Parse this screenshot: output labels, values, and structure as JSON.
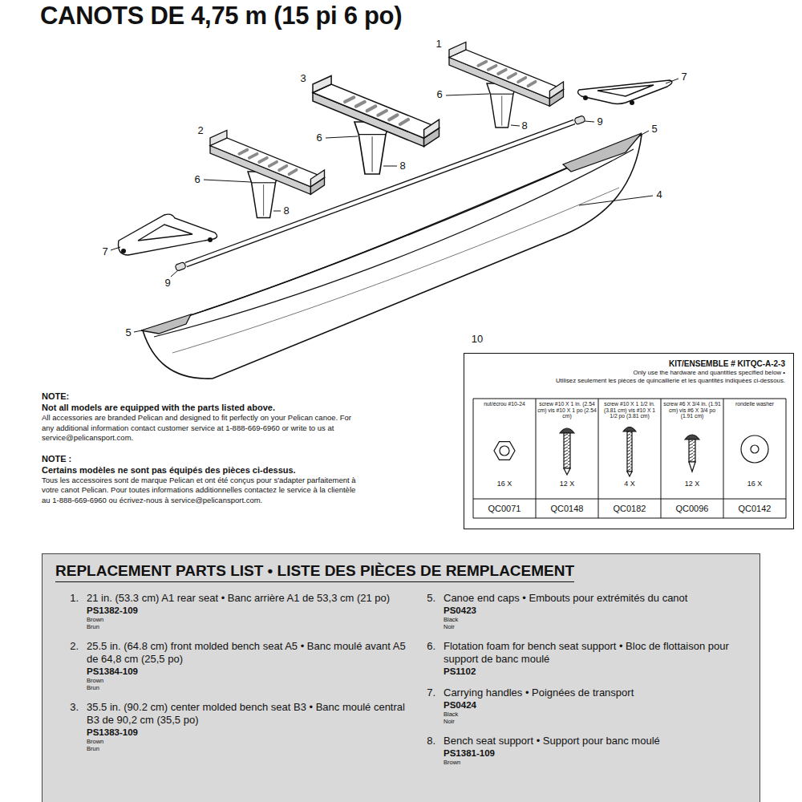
{
  "diagram": {
    "title": "CANOTS DE 4,75 m (15 pi 6 po)",
    "nodes": [
      {
        "text": [
          "KIT/ENSEMBLE # KITQC-A-2-3",
          "Only use the hardware and quantities specified below •",
          "Utilisez seulement les pièces de quincaillerie et les quantités indiquées ci-dessous."
        ]
      },
      {
        "text": [
          "REPLACEMENT PARTS LIST • LISTE DES PIÈCES DE REMPLACEMENT"
        ]
      }
    ],
    "labels": [
      "1",
      "3",
      "7",
      "6",
      "6",
      "8",
      "9",
      "5",
      "2",
      "6",
      "8",
      "4",
      "8",
      "7",
      "9",
      "5",
      "10",
      "NOTE:",
      "Not all models are equipped with the parts listed above.",
      "All accessories are branded Pelican and designed to fit perfectly on your Pelican canoe. For any additional information contact customer service at 1-888-669-6960 or write to us at service@pelicansport.com.",
      "NOTE :",
      "Certains modèles ne sont pas équipés des pièces ci-dessus.",
      "Tous les accessoires sont de marque Pelican et ont été conçus pour s'adapter parfaitement à votre canot Pelican. Pour toutes informations additionnelles contactez le service à la clientèle au 1-888-669-6960 ou écrivez-nous à service@pelicansport.com.",
      "nut/écrou #10-24",
      "screw #10 X 1 in. (2.54 cm) vis #10 X 1 po (2.54 cm)",
      "screw #10 X 1 1/2 in. (3.81 cm) vis #10 X 1 1/2 po (3.81 cm)",
      "screw #6 X 3/4 in. (1.91 cm) vis #6 X 3/4 po (1.91 cm)",
      "rondelle washer",
      "16 X",
      "12 X",
      "4 X",
      "12 X",
      "16 X",
      "QC0071",
      "QC0148",
      "QC0182",
      "QC0096",
      "QC0142",
      "1.",
      "21 in. (53.3 cm) A1 rear seat • Banc arrière A1 de 53,3 cm (21 po)",
      "PS1382-109",
      "Brown",
      "Brun",
      "2.",
      "25.5 in. (64.8 cm) front molded bench seat A5 • Banc moulé avant A5 de 64,8 cm (25,5 po)",
      "PS1384-109",
      "Brown",
      "Brun",
      "3.",
      "35.5 in. (90.2 cm) center molded bench seat B3 • Banc moulé central B3 de 90,2 cm (35,5 po)",
      "PS1383-109",
      "Brown",
      "Brun",
      "5.",
      "Canoe end caps • Embouts pour extrémités du canot",
      "PS0423",
      "Black",
      "Noir",
      "6.",
      "Flotation foam for bench seat support • Bloc de flottaison pour support de banc moulé",
      "PS1102",
      "7.",
      "Carrying handles • Poignées de transport",
      "PS0424",
      "Black",
      "Noir",
      "8.",
      "Bench seat support • Support pour banc moulé",
      "PS1381-109",
      "Brown"
    ]
  }
}
